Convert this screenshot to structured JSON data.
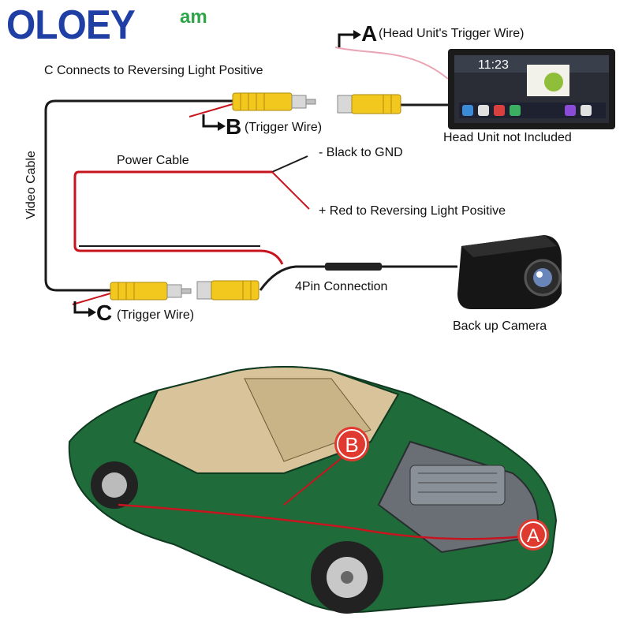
{
  "logo": {
    "brand": "OLOEY",
    "suffix": "am"
  },
  "labels": {
    "a_marker": "A",
    "a_text": "(Head Unit's Trigger Wire)",
    "c_connects": "C Connects to Reversing Light Positive",
    "b_marker": "B",
    "b_text": "(Trigger Wire)",
    "head_unit_note": "Head Unit not Included",
    "power_cable": "Power Cable",
    "black_gnd": "- Black to GND",
    "red_positive": "+ Red to Reversing Light Positive",
    "video_cable": "Video Cable",
    "four_pin": "4Pin Connection",
    "c_marker": "C",
    "c_text": "(Trigger Wire)",
    "backup_camera": "Back up Camera"
  },
  "head_unit_screen": {
    "time": "11:23"
  },
  "car_markers": {
    "b": "B",
    "a": "A"
  },
  "colors": {
    "logo_blue": "#1f3fa5",
    "logo_green": "#2fa54a",
    "cable_black": "#1a1a1a",
    "cable_red": "#c8141e",
    "connector_yellow": "#f2c81e",
    "marker_red": "#e03a30",
    "car_green": "#1f6b3a",
    "pink_wire": "#e9a5b4"
  }
}
